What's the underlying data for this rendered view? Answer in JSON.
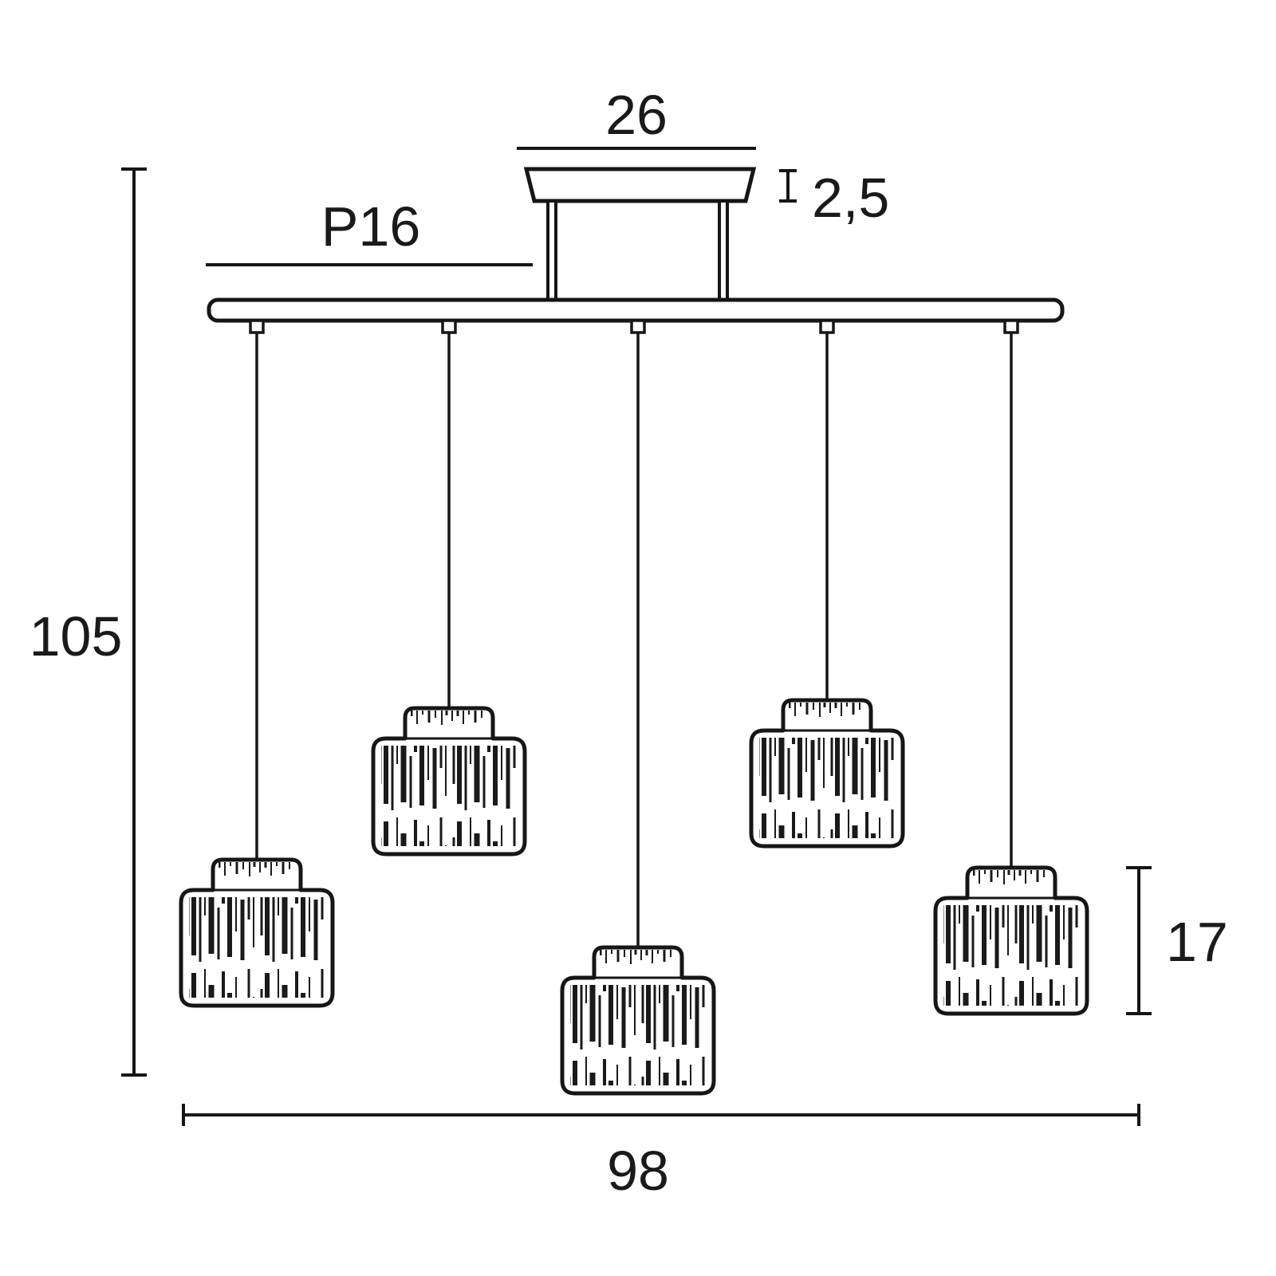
{
  "diagram": {
    "type": "technical-dimension-drawing",
    "subject": "5-light linear pendant lamp",
    "shade_count": 5,
    "labels": {
      "canopy_width": "26",
      "canopy_height": "2,5",
      "projection": "P16",
      "overall_height": "105",
      "shade_height": "17",
      "overall_width": "98"
    },
    "colors": {
      "line": "#161616",
      "text": "#1a1a1a",
      "background": "#ffffff"
    }
  }
}
